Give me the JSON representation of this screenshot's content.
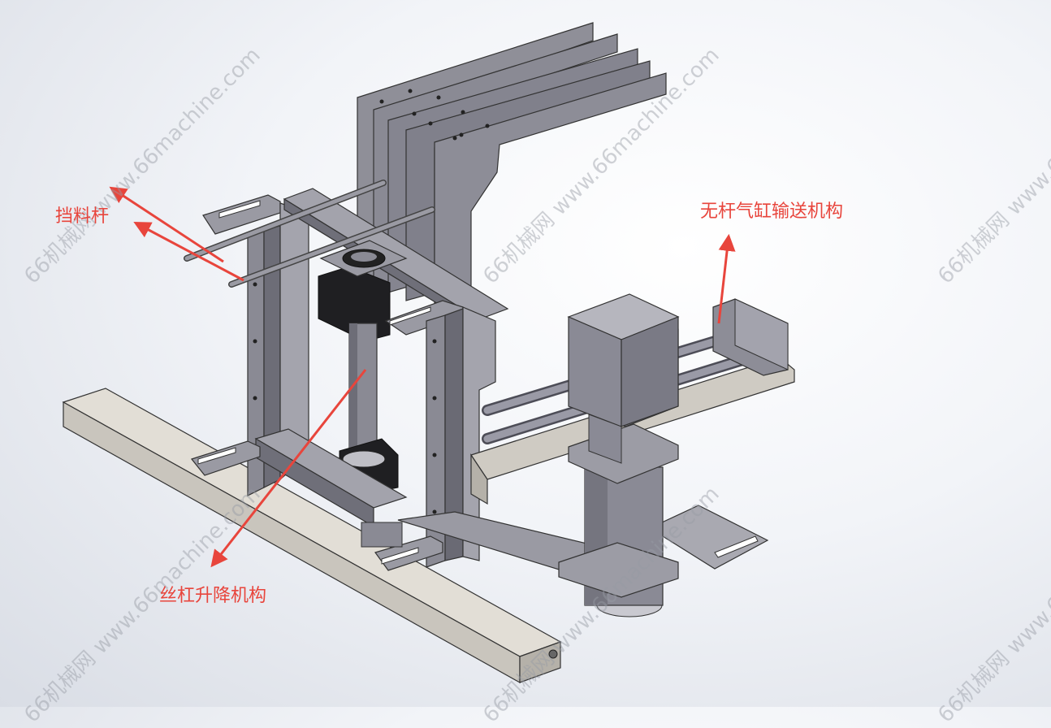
{
  "annotations": {
    "rod_label": "挡料杆",
    "rodless_cylinder_label": "无杆气缸输送机构",
    "lead_screw_label": "丝杠升降机构"
  },
  "watermark": {
    "text": "66机械网 www.66machine.com"
  },
  "colors": {
    "annotation": "#e8453c",
    "steel": "#8a8a94",
    "steel_dark": "#55555d",
    "base_beam": "#d3cfc7"
  }
}
